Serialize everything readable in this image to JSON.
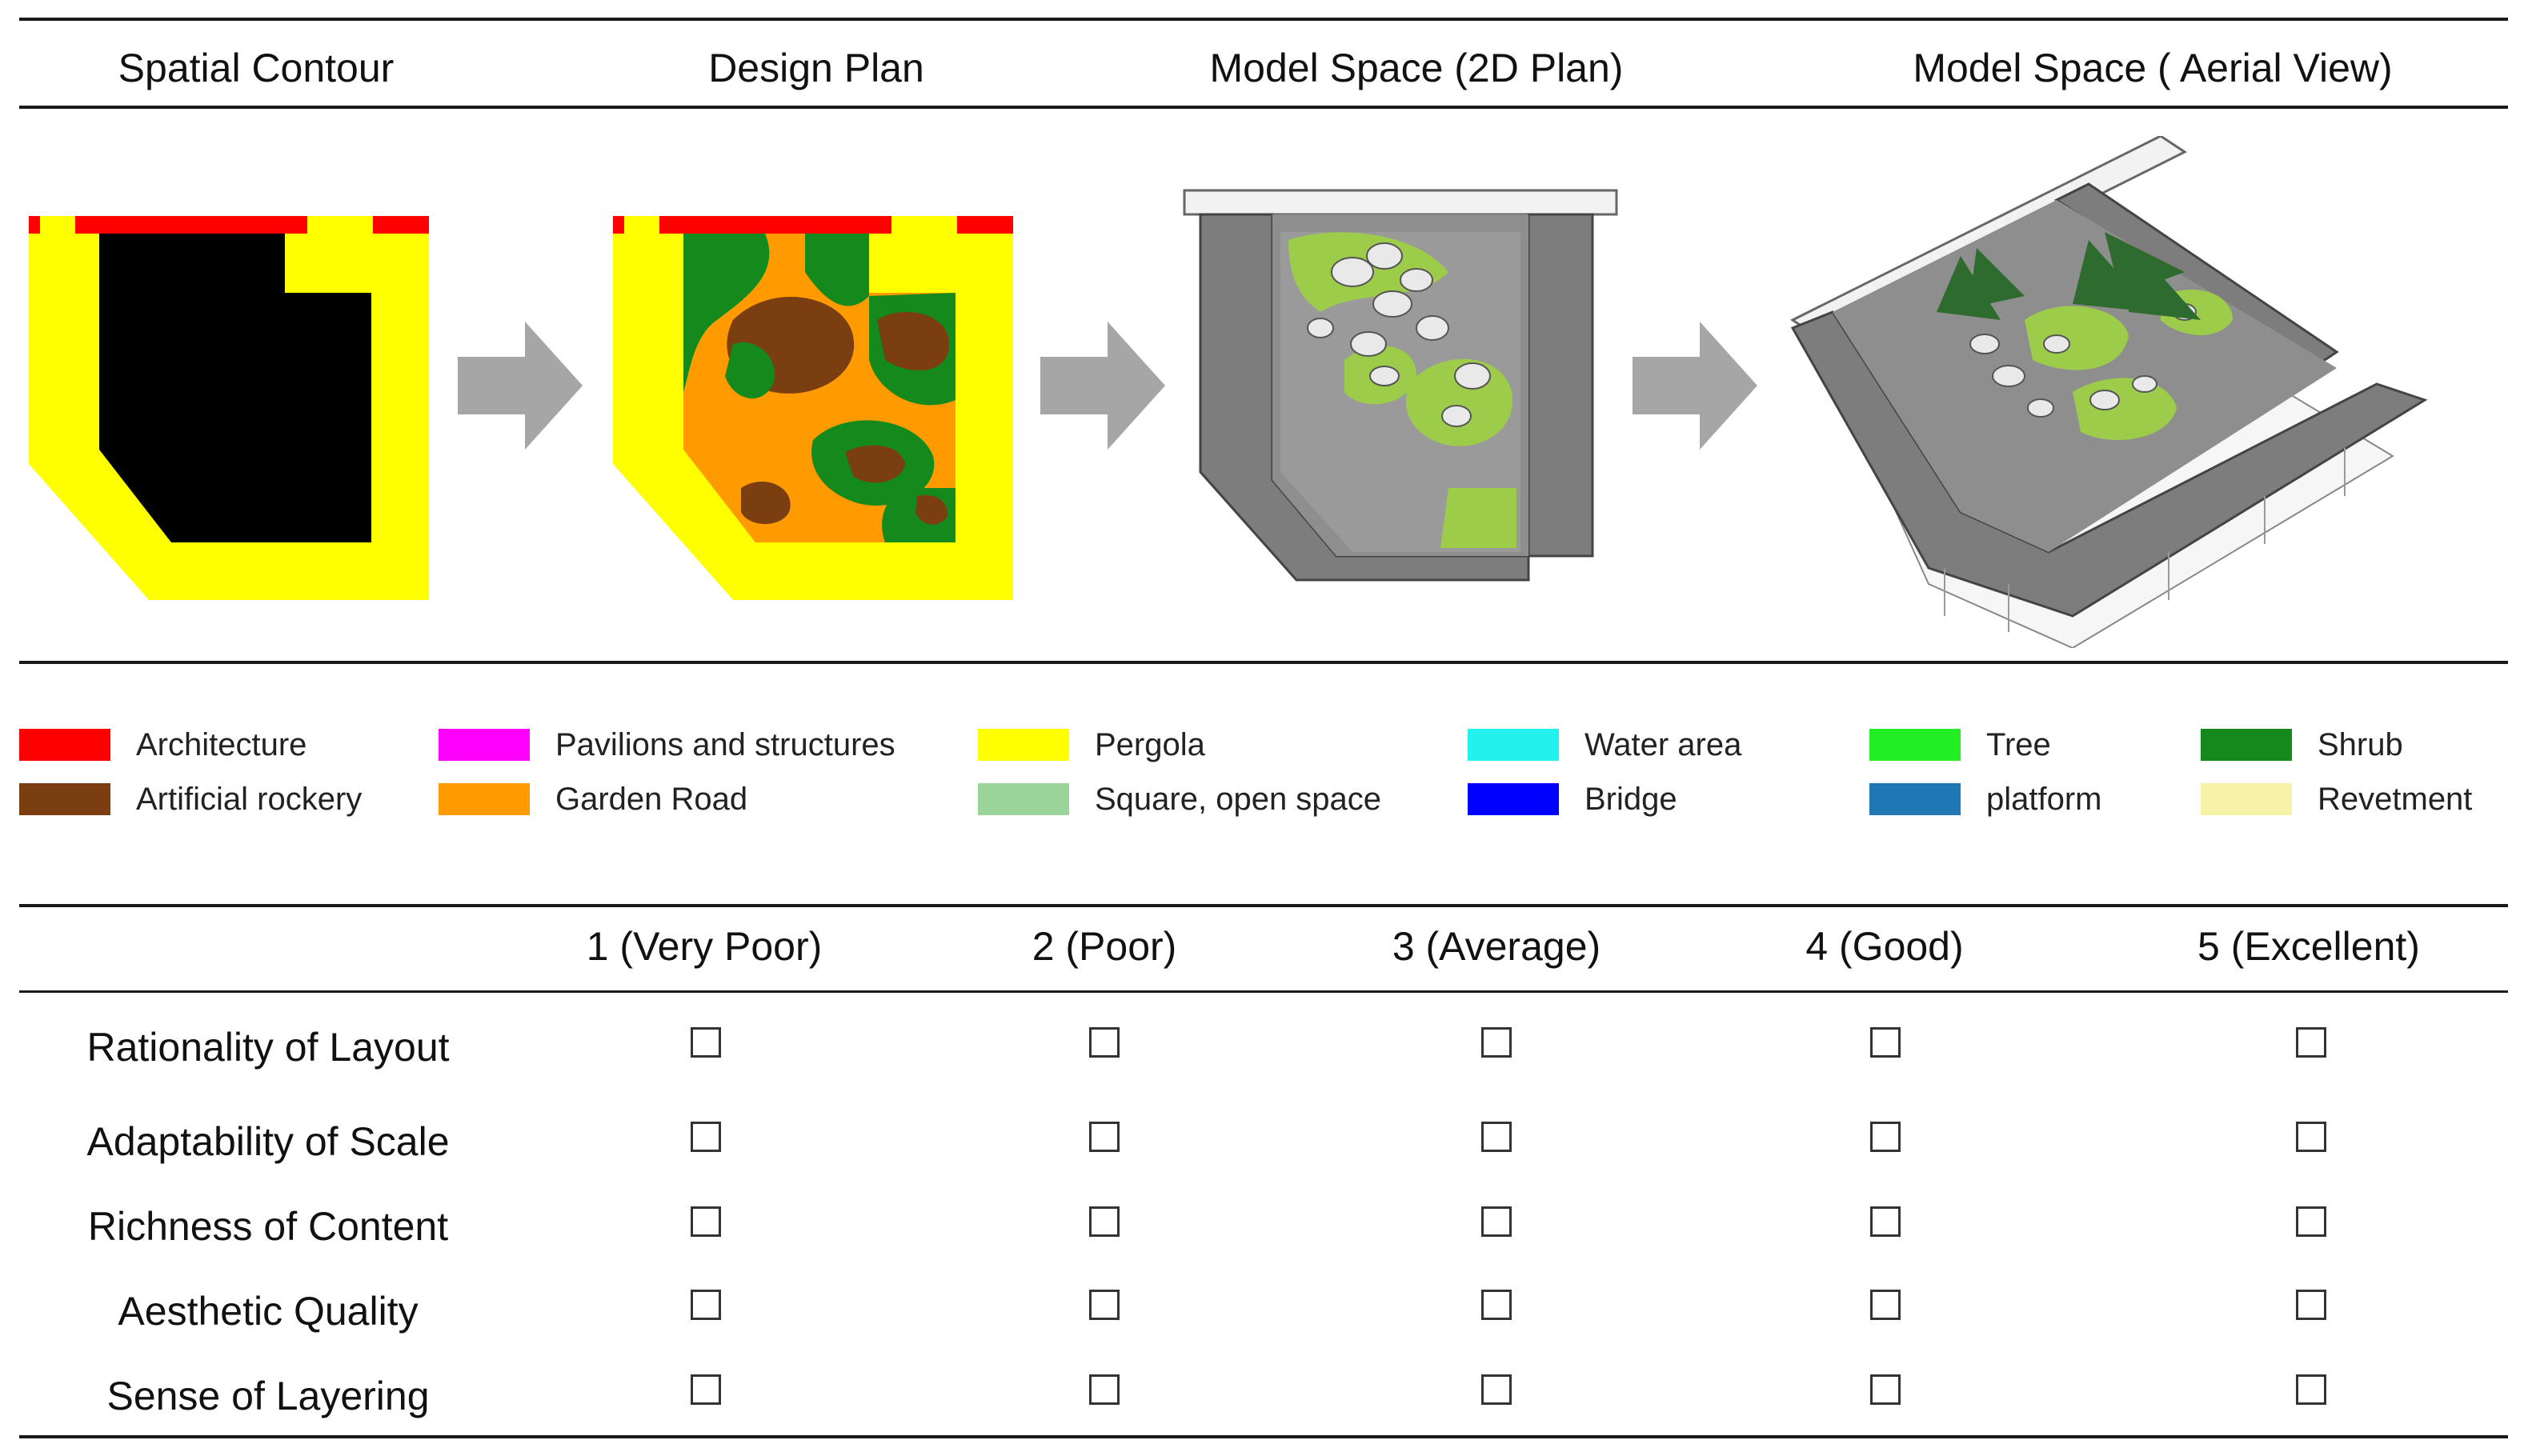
{
  "stages": [
    {
      "title": "Spatial Contour"
    },
    {
      "title": "Design Plan"
    },
    {
      "title": "Model Space (2D Plan)"
    },
    {
      "title": "Model Space ( Aerial View)"
    }
  ],
  "legend": [
    {
      "label": "Architecture",
      "color": "#ff0000"
    },
    {
      "label": "Pavilions and structures",
      "color": "#ff00ff"
    },
    {
      "label": "Pergola",
      "color": "#ffff00"
    },
    {
      "label": "Water area",
      "color": "#22f2ee"
    },
    {
      "label": "Tree",
      "color": "#22ee22"
    },
    {
      "label": "Shrub",
      "color": "#148a1c"
    },
    {
      "label": "Artificial rockery",
      "color": "#7a3e10"
    },
    {
      "label": "Garden Road",
      "color": "#ff9a00"
    },
    {
      "label": "Square, open space",
      "color": "#9ad49a"
    },
    {
      "label": "Bridge",
      "color": "#0000ff"
    },
    {
      "label": "platform",
      "color": "#1f77b4"
    },
    {
      "label": "Revetment",
      "color": "#f7f3a8"
    }
  ],
  "rating": {
    "levels": [
      "1 (Very Poor)",
      "2 (Poor)",
      "3 (Average)",
      "4 (Good)",
      "5 (Excellent)"
    ],
    "criteria": [
      "Rationality of Layout",
      "Adaptability of Scale",
      "Richness of Content",
      "Aesthetic Quality",
      "Sense of Layering"
    ]
  },
  "colors": {
    "arrow": "#a6a6a6",
    "contour_fill": "#000000",
    "roof": "#7d7d7d",
    "ground": "#8e8e8e",
    "lawn": "#9ccc4a"
  }
}
